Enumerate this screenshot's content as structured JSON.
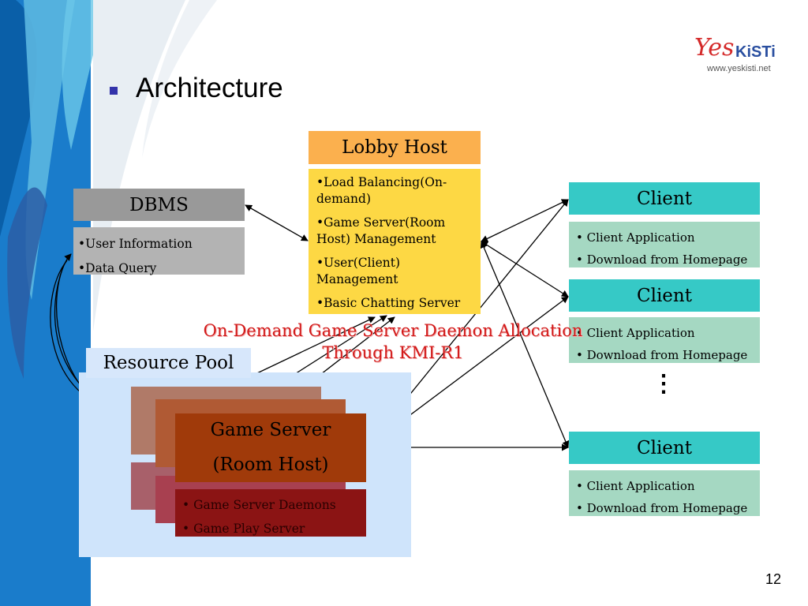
{
  "slide": {
    "title": "Architecture",
    "page_number": "12"
  },
  "logo": {
    "wordmark_a": "Yes",
    "wordmark_b": "KiSTi",
    "url": "www.yeskisti.net"
  },
  "lobby": {
    "header": "Lobby Host",
    "items": [
      "•Load Balancing(On-demand)",
      "•Game Server(Room Host) Management",
      "•User(Client) Management",
      "•Basic Chatting Server"
    ]
  },
  "dbms": {
    "header": "DBMS",
    "items": [
      "•User Information",
      "•Data Query"
    ]
  },
  "clients": [
    {
      "header": "Client",
      "items": [
        "• Client Application",
        "• Download from Homepage"
      ]
    },
    {
      "header": "Client",
      "items": [
        "• Client Application",
        "• Download from Homepage"
      ]
    },
    {
      "header": "Client",
      "items": [
        "• Client Application",
        "• Download from Homepage"
      ]
    }
  ],
  "ellipsis": "⋮",
  "annotation": {
    "line1": "On-Demand Game Server Daemon Allocation",
    "line2": "Through KMI-R1"
  },
  "resource_pool": {
    "header": "Resource Pool",
    "game_server": {
      "line1": "Game Server",
      "line2": "(Room Host)",
      "items": [
        "• Game Server Daemons",
        "• Game Play Server"
      ]
    }
  },
  "colors": {
    "lobby_header": "#fbb04e",
    "lobby_body": "#fdd844",
    "dbms": "#999999",
    "client_header": "#36c9c6",
    "client_body": "#a5d8c2",
    "game_server": "#a03a0a",
    "annotation": "#d21919"
  }
}
